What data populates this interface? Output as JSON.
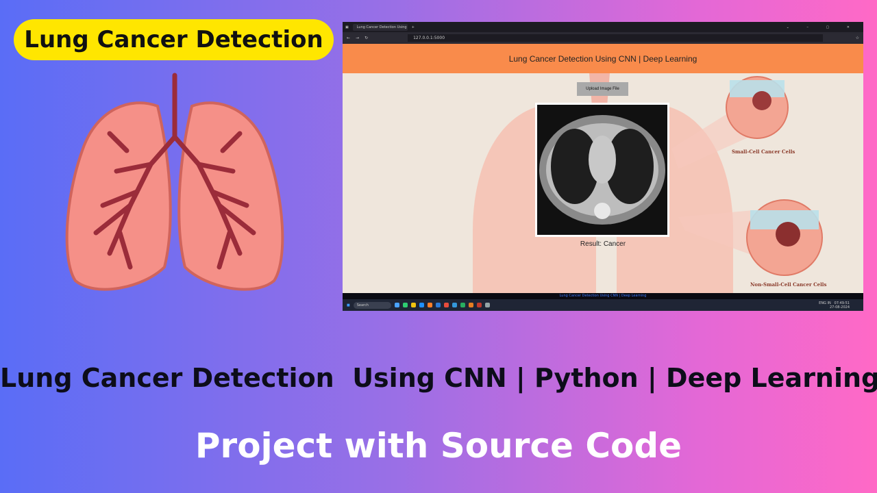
{
  "badge": "Lung Cancer Detection",
  "browser": {
    "tab_title": "Lung Cancer Detection Using CNN",
    "url": "127.0.0.1:5000"
  },
  "app": {
    "header": "Lung Cancer Detection Using CNN | Deep Learning",
    "upload_label": "Upload Image File",
    "result": "Result: Cancer",
    "label_small": "Small-Cell Cancer Cells",
    "label_non_small": "Non-Small-Cell Cancer Cells",
    "footer": "Lung Cancer Detection Using CNN | Deep Learning"
  },
  "taskbar": {
    "search": "Search",
    "lang": "ENG IN",
    "time": "07:49:51",
    "date": "27-08-2024"
  },
  "headline": "Lung Cancer Detection  Using CNN | Python | Deep Learning",
  "subtitle": "Project with Source Code",
  "colors": {
    "badge": "#ffe600",
    "header": "#f98b4b",
    "lung": "#f28b82",
    "airway": "#9b2c3a"
  }
}
